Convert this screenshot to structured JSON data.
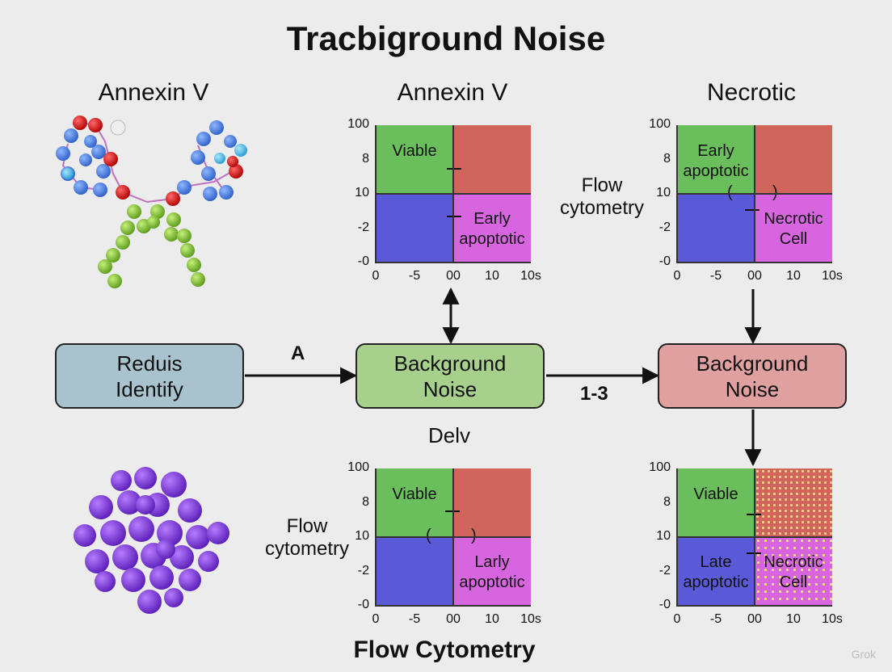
{
  "title": "Tracbiground Noise",
  "headings": {
    "left": "Annexin V",
    "center": "Annexin V",
    "right": "Necrotic",
    "middle": "Delv",
    "bottom": "Flow Cytometry"
  },
  "side_labels": {
    "top": [
      "Flow",
      "cytometry"
    ],
    "bottom": [
      "Flow",
      "cytometry"
    ]
  },
  "nodes": {
    "reduis": {
      "line1": "Reduis",
      "line2": "Identify",
      "fill": "#a9c3ce"
    },
    "bg_center": {
      "line1": "Background",
      "line2": "Noise",
      "fill": "#a8d08d"
    },
    "bg_right": {
      "line1": "Background",
      "line2": "Noise",
      "fill": "#e0a0a0"
    }
  },
  "edge_labels": {
    "a": "A",
    "b": "1-3"
  },
  "quadrant_colors": {
    "tl": "#6abf5c",
    "tr": "#d0655c",
    "bl": "#5a5ad8",
    "br": "#d865e0"
  },
  "plots": [
    {
      "y_ticks": [
        "100",
        "8",
        "10",
        "-2",
        "-0"
      ],
      "x_ticks": [
        "0",
        "-5",
        "00",
        "10",
        "10s"
      ],
      "labels": {
        "tl": "Viable",
        "br1": "Early",
        "br2": "apoptotic"
      }
    },
    {
      "y_ticks": [
        "100",
        "8",
        "10",
        "-2",
        "-0"
      ],
      "x_ticks": [
        "0",
        "-5",
        "00",
        "10",
        "10s"
      ],
      "labels": {
        "tl1": "Early",
        "tl2": "apoptotic",
        "br1": "Necrotic",
        "br2": "Cell",
        "p1": "(",
        "p2": ")"
      }
    },
    {
      "y_ticks": [
        "100",
        "8",
        "10",
        "-2",
        "-0"
      ],
      "x_ticks": [
        "0",
        "-5",
        "00",
        "10",
        "10s"
      ],
      "labels": {
        "tl": "Viable",
        "br1": "Larly",
        "br2": "apoptotic",
        "p1": "(",
        "p2": ")"
      }
    },
    {
      "y_ticks": [
        "100",
        "8",
        "10",
        "-2",
        "-0"
      ],
      "x_ticks": [
        "0",
        "-5",
        "00",
        "10",
        "10s"
      ],
      "labels": {
        "tl": "Viable",
        "bl1": "Late",
        "bl2": "apoptotic",
        "br1": "Necrotic",
        "br2": "Cell"
      }
    }
  ],
  "watermark": "Grok"
}
